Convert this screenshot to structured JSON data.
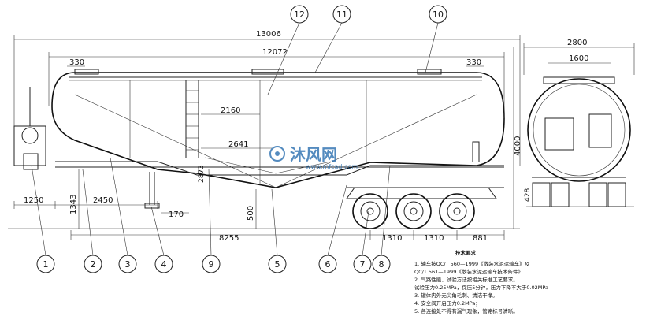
{
  "dimensions": {
    "overall_length": "13006",
    "tank_length": "12072",
    "flange_left": "330",
    "flange_right": "330",
    "inner_2160": "2160",
    "inner_2641": "2641",
    "diag_2873": "2873",
    "front_1250": "1250",
    "front_2450": "2450",
    "height_1343": "1343",
    "dim_170": "170",
    "dim_500": "500",
    "dim_8255": "8255",
    "axle_1310_a": "1310",
    "axle_1310_b": "1310",
    "rear_881": "881",
    "total_height": "4000",
    "end_width": "2800",
    "end_track": "1600",
    "end_428": "428"
  },
  "callouts": [
    "1",
    "2",
    "3",
    "4",
    "5",
    "6",
    "7",
    "8",
    "9",
    "10",
    "11",
    "12"
  ],
  "notes": {
    "heading": "技术要求",
    "lines": [
      "1. 轴车按QC/T 560—1999《散装水泥运输车》及",
      "   QC/T 561—1999《散装水泥运输车技术条件》",
      "2. 气路性能、试验方法按相关标准工艺要求。",
      "   试验压力0.25MPa，保压5分钟，压力下降不大于0.02MPa",
      "3. 罐体内外无尖角毛刺、清洁干净。",
      "4. 安全阀开启压力0.2MPa；",
      "5. 各连接处不得有漏气现象，管路标号清晰。"
    ]
  },
  "watermark": {
    "brand": "沐风网",
    "url": "www.mfcad.com"
  },
  "colors": {
    "line": "#222222",
    "watermark": "#2a6fb0"
  }
}
